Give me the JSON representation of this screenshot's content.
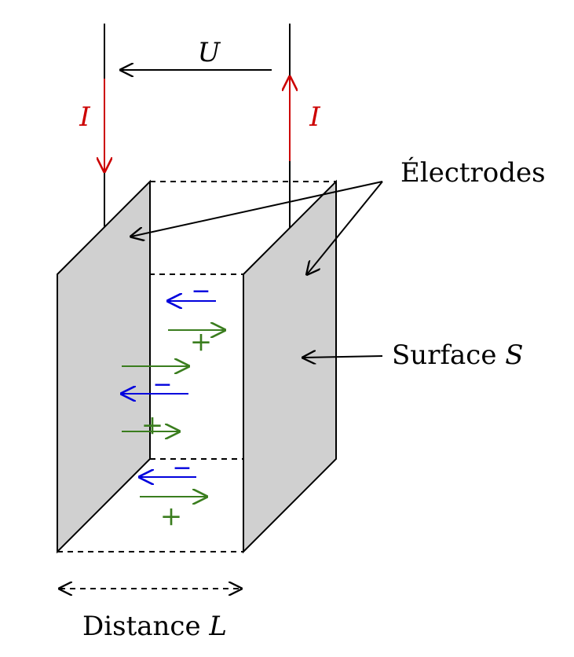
{
  "labels": {
    "voltage": "U",
    "current_left": "I",
    "current_right": "I",
    "electrodes": "Électrodes",
    "surface_prefix": "Surface ",
    "surface_symbol": "S",
    "distance_prefix": "Distance ",
    "distance_symbol": "L"
  },
  "ions": {
    "negative_sign": "−",
    "positive_sign": "+"
  },
  "colors": {
    "current": "#cc0000",
    "negative": "#0000dd",
    "positive": "#3a7d1e",
    "plate_fill": "#d0d0d0",
    "stroke": "#000000"
  }
}
